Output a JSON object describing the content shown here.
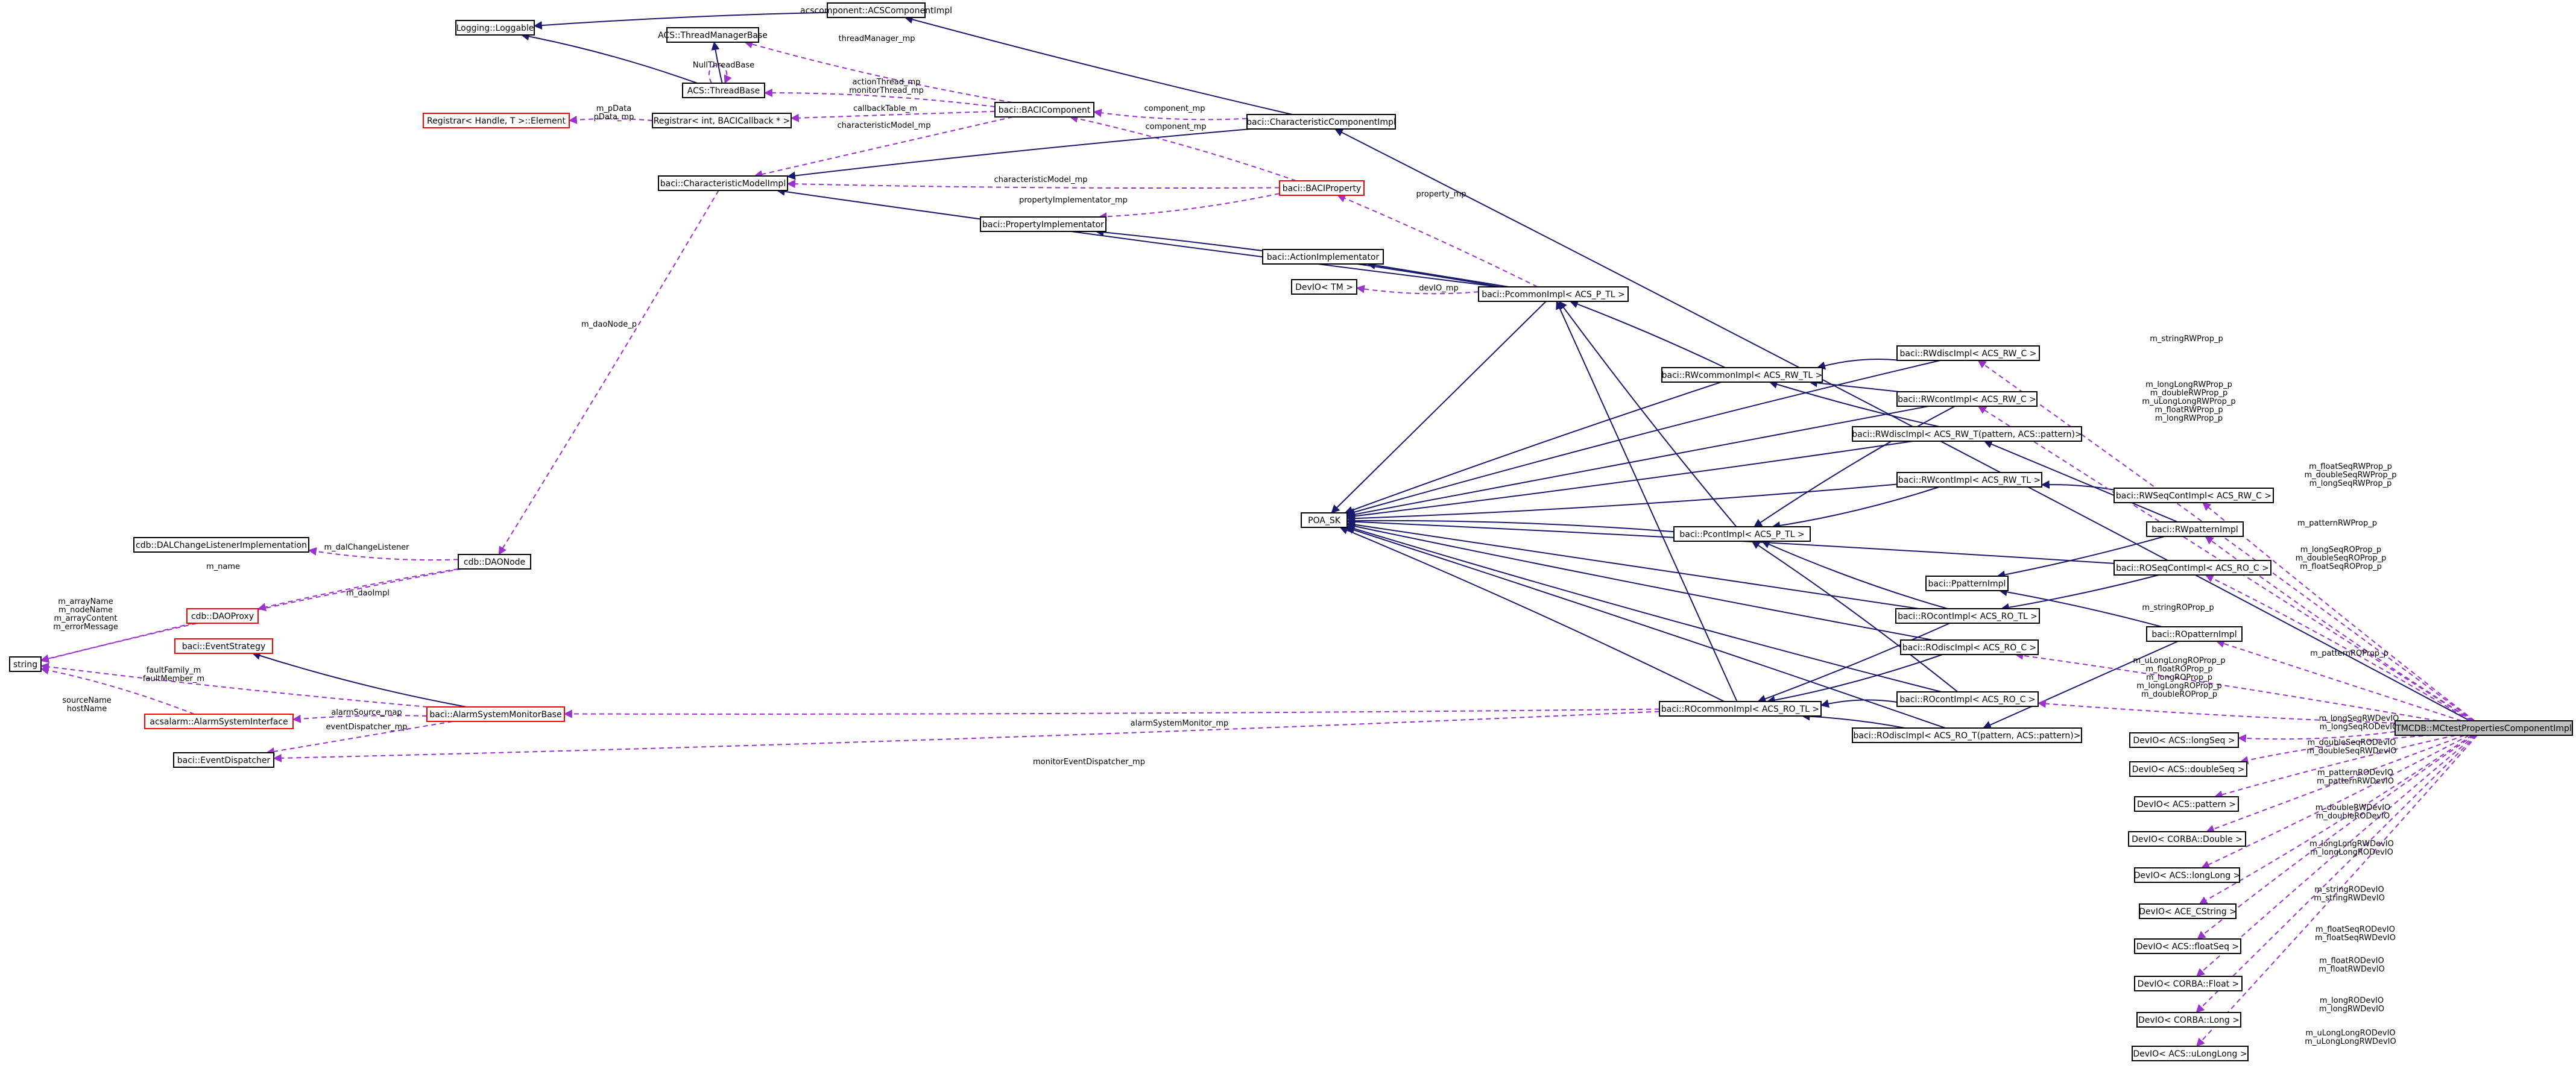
{
  "diagram": {
    "focus_class": "TMCDB::MCtestPropertiesComponentImpl",
    "nodes": [
      {
        "id": "loggable",
        "label": "Logging::Loggable",
        "style": "normal"
      },
      {
        "id": "acscomp",
        "label": "acscomponent::ACSComponentImpl",
        "style": "normal"
      },
      {
        "id": "threadmgr",
        "label": "ACS::ThreadManagerBase",
        "style": "normal"
      },
      {
        "id": "threadbase",
        "label": "ACS::ThreadBase",
        "style": "normal"
      },
      {
        "id": "regelem",
        "label": "Registrar< Handle, T >::Element",
        "style": "incomplete"
      },
      {
        "id": "regint",
        "label": "Registrar< int, BACICallback * >",
        "style": "normal"
      },
      {
        "id": "bacicomp",
        "label": "baci::BACIComponent",
        "style": "normal"
      },
      {
        "id": "charcomp",
        "label": "baci::CharacteristicComponentImpl",
        "style": "normal"
      },
      {
        "id": "charmodel",
        "label": "baci::CharacteristicModelImpl",
        "style": "normal"
      },
      {
        "id": "baciprop",
        "label": "baci::BACIProperty",
        "style": "incomplete"
      },
      {
        "id": "propimpl",
        "label": "baci::PropertyImplementator",
        "style": "normal"
      },
      {
        "id": "actimpl",
        "label": "baci::ActionImplementator",
        "style": "normal"
      },
      {
        "id": "devtm",
        "label": "DevIO< TM >",
        "style": "normal"
      },
      {
        "id": "pcommon",
        "label": "baci::PcommonImpl< ACS_P_TL >",
        "style": "normal"
      },
      {
        "id": "rwdiscc",
        "label": "baci::RWdiscImpl< ACS_RW_C >",
        "style": "normal"
      },
      {
        "id": "rwcommon",
        "label": "baci::RWcommonImpl< ACS_RW_TL >",
        "style": "normal"
      },
      {
        "id": "rwcontc",
        "label": "baci::RWcontImpl< ACS_RW_C >",
        "style": "normal"
      },
      {
        "id": "rwdisctl",
        "label": "baci::RWdiscImpl< ACS_RW_T(pattern, ACS::pattern)>",
        "style": "normal"
      },
      {
        "id": "rwconttl",
        "label": "baci::RWcontImpl< ACS_RW_TL >",
        "style": "normal"
      },
      {
        "id": "rwseqcont",
        "label": "baci::RWSeqContImpl< ACS_RW_C >",
        "style": "normal"
      },
      {
        "id": "poask",
        "label": "POA_SK",
        "style": "normal"
      },
      {
        "id": "rwpattern",
        "label": "baci::RWpatternImpl",
        "style": "normal"
      },
      {
        "id": "pcont",
        "label": "baci::PcontImpl< ACS_P_TL >",
        "style": "normal"
      },
      {
        "id": "roseqcont",
        "label": "baci::ROSeqContImpl< ACS_RO_C >",
        "style": "normal"
      },
      {
        "id": "ppattern",
        "label": "baci::PpatternImpl",
        "style": "normal"
      },
      {
        "id": "roconttl",
        "label": "baci::ROcontImpl< ACS_RO_TL >",
        "style": "normal"
      },
      {
        "id": "ropattern",
        "label": "baci::ROpatternImpl",
        "style": "normal"
      },
      {
        "id": "rodiscc",
        "label": "baci::ROdiscImpl< ACS_RO_C >",
        "style": "normal"
      },
      {
        "id": "rocontc",
        "label": "baci::ROcontImpl< ACS_RO_C >",
        "style": "normal"
      },
      {
        "id": "rocommon",
        "label": "baci::ROcommonImpl< ACS_RO_TL >",
        "style": "normal"
      },
      {
        "id": "rodisctl",
        "label": "baci::ROdiscImpl< ACS_RO_T(pattern, ACS::pattern)>",
        "style": "normal"
      },
      {
        "id": "dalchange",
        "label": "cdb::DALChangeListenerImplementation",
        "style": "normal"
      },
      {
        "id": "daonode",
        "label": "cdb::DAONode",
        "style": "normal"
      },
      {
        "id": "string",
        "label": "string",
        "style": "normal"
      },
      {
        "id": "daoproxy",
        "label": "cdb::DAOProxy",
        "style": "incomplete"
      },
      {
        "id": "evstrategy",
        "label": "baci::EventStrategy",
        "style": "incomplete"
      },
      {
        "id": "alarmbase",
        "label": "baci::AlarmSystemMonitorBase",
        "style": "incomplete"
      },
      {
        "id": "alarmiface",
        "label": "acsalarm::AlarmSystemInterface",
        "style": "incomplete"
      },
      {
        "id": "evdispatch",
        "label": "baci::EventDispatcher",
        "style": "normal"
      },
      {
        "id": "dev_longseq",
        "label": "DevIO< ACS::longSeq >",
        "style": "normal"
      },
      {
        "id": "dev_dblseq",
        "label": "DevIO< ACS::doubleSeq >",
        "style": "normal"
      },
      {
        "id": "dev_pattern",
        "label": "DevIO< ACS::pattern >",
        "style": "normal"
      },
      {
        "id": "dev_double",
        "label": "DevIO< CORBA::Double >",
        "style": "normal"
      },
      {
        "id": "dev_longlong",
        "label": "DevIO< ACS::longLong >",
        "style": "normal"
      },
      {
        "id": "dev_cstring",
        "label": "DevIO< ACE_CString >",
        "style": "normal"
      },
      {
        "id": "dev_floatseq",
        "label": "DevIO< ACS::floatSeq >",
        "style": "normal"
      },
      {
        "id": "dev_float",
        "label": "DevIO< CORBA::Float >",
        "style": "normal"
      },
      {
        "id": "dev_long",
        "label": "DevIO< CORBA::Long >",
        "style": "normal"
      },
      {
        "id": "dev_ulonglong",
        "label": "DevIO< ACS::uLongLong >",
        "style": "normal"
      },
      {
        "id": "mctest",
        "label": "TMCDB::MCtestPropertiesComponentImpl",
        "style": "focus"
      }
    ],
    "edge_labels": [
      {
        "id": "threadManager_mp",
        "lines": [
          "threadManager_mp"
        ]
      },
      {
        "id": "NullThreadBase",
        "lines": [
          "NullThreadBase"
        ]
      },
      {
        "id": "actionThread_mp",
        "lines": [
          "actionThread_mp",
          "monitorThread_mp"
        ]
      },
      {
        "id": "m_pData",
        "lines": [
          "m_pData",
          "pData_mp"
        ]
      },
      {
        "id": "callbackTable_m",
        "lines": [
          "callbackTable_m"
        ]
      },
      {
        "id": "characteristicModel_mp",
        "lines": [
          "characteristicModel_mp"
        ]
      },
      {
        "id": "component_mp_a",
        "lines": [
          "component_mp"
        ]
      },
      {
        "id": "component_mp_b",
        "lines": [
          "component_mp"
        ]
      },
      {
        "id": "characteristicModel_mp2",
        "lines": [
          "characteristicModel_mp"
        ]
      },
      {
        "id": "propertyImplementator_mp",
        "lines": [
          "propertyImplementator_mp"
        ]
      },
      {
        "id": "property_mp",
        "lines": [
          "property_mp"
        ]
      },
      {
        "id": "devIO_mp",
        "lines": [
          "devIO_mp"
        ]
      },
      {
        "id": "m_daoNode_p",
        "lines": [
          "m_daoNode_p"
        ]
      },
      {
        "id": "m_dalChangeListener",
        "lines": [
          "m_dalChangeListener"
        ]
      },
      {
        "id": "m_name",
        "lines": [
          "m_name"
        ]
      },
      {
        "id": "m_daoImpl",
        "lines": [
          "m_daoImpl"
        ]
      },
      {
        "id": "m_arrayName",
        "lines": [
          "m_arrayName",
          "m_nodeName",
          "m_arrayContent",
          "m_errorMessage"
        ]
      },
      {
        "id": "faultFamily_m",
        "lines": [
          "faultFamily_m",
          "faultMember_m"
        ]
      },
      {
        "id": "sourceName",
        "lines": [
          "sourceName",
          "hostName"
        ]
      },
      {
        "id": "alarmSource_map",
        "lines": [
          "alarmSource_map"
        ]
      },
      {
        "id": "eventDispatcher_mp",
        "lines": [
          "eventDispatcher_mp"
        ]
      },
      {
        "id": "alarmSystemMonitor_mp",
        "lines": [
          "alarmSystemMonitor_mp"
        ]
      },
      {
        "id": "monitorEventDispatcher_mp",
        "lines": [
          "monitorEventDispatcher_mp"
        ]
      },
      {
        "id": "m_stringRWProp_p",
        "lines": [
          "m_stringRWProp_p"
        ]
      },
      {
        "id": "m_longLongRWProp_p",
        "lines": [
          "m_longLongRWProp_p",
          "m_doubleRWProp_p",
          "m_uLongLongRWProp_p",
          "m_floatRWProp_p",
          "m_longRWProp_p"
        ]
      },
      {
        "id": "m_floatSeqRWProp_p",
        "lines": [
          "m_floatSeqRWProp_p",
          "m_doubleSeqRWProp_p",
          "m_longSeqRWProp_p"
        ]
      },
      {
        "id": "m_patternRWProp_p",
        "lines": [
          "m_patternRWProp_p"
        ]
      },
      {
        "id": "m_longSeqROProp_p",
        "lines": [
          "m_longSeqROProp_p",
          "m_doubleSeqROProp_p",
          "m_floatSeqROProp_p"
        ]
      },
      {
        "id": "m_stringROProp_p",
        "lines": [
          "m_stringROProp_p"
        ]
      },
      {
        "id": "m_patternROProp_p",
        "lines": [
          "m_patternROProp_p"
        ]
      },
      {
        "id": "m_uLongLongROProp_p",
        "lines": [
          "m_uLongLongROProp_p",
          "m_floatROProp_p",
          "m_longROProp_p",
          "m_longLongROProp_p",
          "m_doubleROProp_p"
        ]
      },
      {
        "id": "m_longSeqRWDevIO",
        "lines": [
          "m_longSeqRWDevIO",
          "m_longSeqRODevIO"
        ]
      },
      {
        "id": "m_doubleSeqRODevIO",
        "lines": [
          "m_doubleSeqRODevIO",
          "m_doubleSeqRWDevIO"
        ]
      },
      {
        "id": "m_patternRODevIO",
        "lines": [
          "m_patternRODevIO",
          "m_patternRWDevIO"
        ]
      },
      {
        "id": "m_doubleRWDevIO",
        "lines": [
          "m_doubleRWDevIO",
          "m_doubleRODevIO"
        ]
      },
      {
        "id": "m_longLongRWDevIO",
        "lines": [
          "m_longLongRWDevIO",
          "m_longLongRODevIO"
        ]
      },
      {
        "id": "m_stringRODevIO",
        "lines": [
          "m_stringRODevIO",
          "m_stringRWDevIO"
        ]
      },
      {
        "id": "m_floatSeqRODevIO",
        "lines": [
          "m_floatSeqRODevIO",
          "m_floatSeqRWDevIO"
        ]
      },
      {
        "id": "m_floatRODevIO",
        "lines": [
          "m_floatRODevIO",
          "m_floatRWDevIO"
        ]
      },
      {
        "id": "m_longRODevIO",
        "lines": [
          "m_longRODevIO",
          "m_longRWDevIO"
        ]
      },
      {
        "id": "m_uLongLongRODevIO",
        "lines": [
          "m_uLongLongRODevIO",
          "m_uLongLongRWDevIO"
        ]
      }
    ]
  }
}
